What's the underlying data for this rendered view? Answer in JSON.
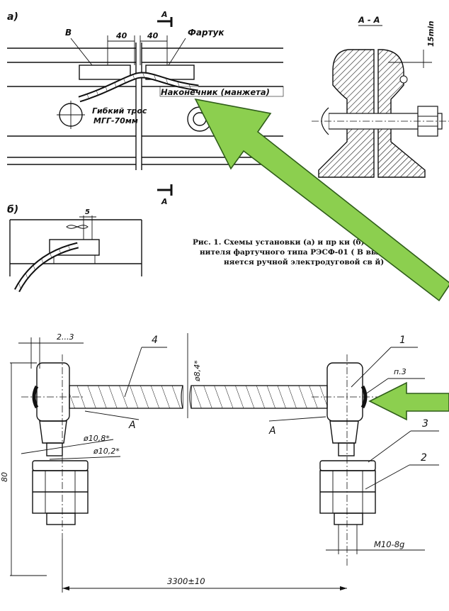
{
  "top": {
    "section_a": "а)",
    "section_b": "б)",
    "label_v": "В",
    "dim_40_left": "40",
    "dim_40_right": "40",
    "label_apron": "Фартук",
    "label_tip": "Наконечник (манжета)",
    "label_cable_line1": "Гибкий трос",
    "label_cable_line2": "МГГ-70мм",
    "section_mark_a": "А",
    "section_view_title": "А - А",
    "dim_15min": "15min",
    "dim_5": "5"
  },
  "caption": {
    "line1": "Рис. 1. Схемы установки (а) и пр   ки (б) соеди",
    "line2": "нителя фартучного типа РЭСФ-01 (    В выпол",
    "line3": "няется ручной электродуговой св          й)"
  },
  "bottom": {
    "callout_1": "1",
    "callout_2": "2",
    "callout_3": "3",
    "callout_4": "4",
    "dim_2_3": "2...3",
    "dim_d84": "ø8,4*",
    "dim_d108": "ø10,8*",
    "dim_d102": "ø10,2*",
    "label_p3": "п.3",
    "label_a_left": "А",
    "label_a_right": "А",
    "dim_left_vertical": "80",
    "thread": "M10-8g",
    "dim_total": "3300±10"
  },
  "colors": {
    "arrow_fill": "#8ccf4f",
    "arrow_stroke": "#2f5d1a",
    "line": "#111111"
  }
}
